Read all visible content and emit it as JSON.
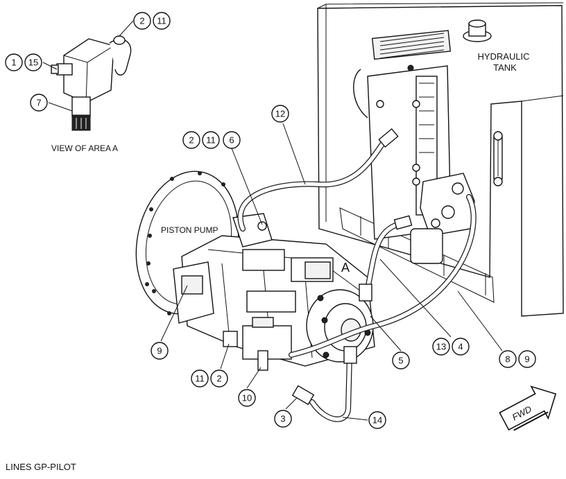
{
  "labels": {
    "view_of_area": "VIEW OF AREA A",
    "hydraulic_tank_line1": "HYDRAULIC",
    "hydraulic_tank_line2": "TANK",
    "piston_pump": "PISTON PUMP",
    "area_marker": "A",
    "fwd_arrow": "FWD"
  },
  "caption": "LINES GP-PILOT",
  "callouts": {
    "c2a": "2",
    "c11a": "11",
    "c1": "1",
    "c15": "15",
    "c7": "7",
    "c12": "12",
    "c2b": "2",
    "c11b": "11",
    "c6": "6",
    "c9a": "9",
    "c13": "13",
    "c4": "4",
    "c5": "5",
    "c8": "8",
    "c9b": "9",
    "c11c": "11",
    "c2c": "2",
    "c10": "10",
    "c3": "3",
    "c14": "14"
  }
}
